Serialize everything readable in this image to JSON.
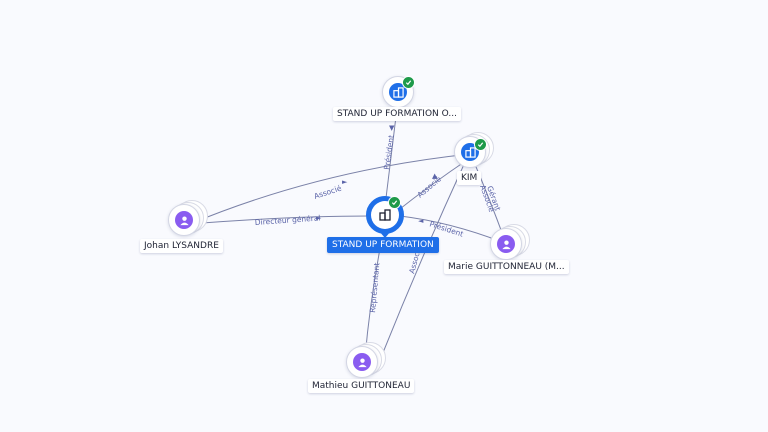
{
  "colors": {
    "background": "#f9fafe",
    "company": "#1f6fe8",
    "person": "#8a5cf0",
    "verified": "#1e9a4a",
    "edge": "#7b82a8",
    "edge_label": "#5a63a8"
  },
  "nodes": {
    "stand_up_formation": {
      "label": "STAND UP FORMATION",
      "kind": "company",
      "verified": true,
      "icon": "building-icon"
    },
    "stand_up_formation_o": {
      "label": "STAND UP FORMATION O...",
      "kind": "company",
      "verified": true,
      "icon": "building-icon"
    },
    "kim": {
      "label": "KIM",
      "kind": "company",
      "verified": true,
      "icon": "building-icon"
    },
    "johan": {
      "label": "Johan LYSANDRE",
      "kind": "person",
      "icon": "person-icon"
    },
    "marie": {
      "label": "Marie GUITTONNEAU (M...",
      "kind": "person",
      "icon": "person-icon"
    },
    "mathieu": {
      "label": "Mathieu GUITTONEAU",
      "kind": "person",
      "icon": "person-icon"
    }
  },
  "edges": [
    {
      "id": "o_to_main",
      "label": "Président"
    },
    {
      "id": "johan_to_kim",
      "label": "Associé"
    },
    {
      "id": "johan_to_main",
      "label": "Directeur général"
    },
    {
      "id": "kim_to_main",
      "label": "Associé"
    },
    {
      "id": "marie_to_kim_gerant",
      "label": "Gérant"
    },
    {
      "id": "marie_to_kim_associe",
      "label": "Associé"
    },
    {
      "id": "marie_to_main",
      "label": "Président"
    },
    {
      "id": "mathieu_to_main",
      "label": "Représentant"
    },
    {
      "id": "mathieu_to_kim",
      "label": "Associé"
    }
  ]
}
